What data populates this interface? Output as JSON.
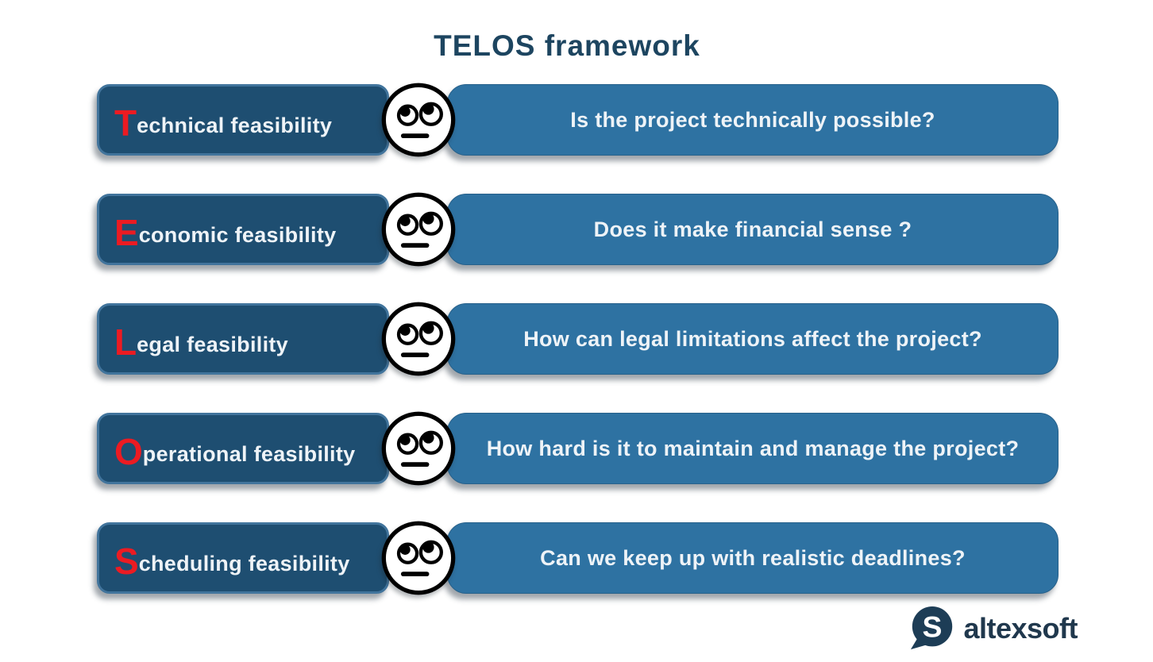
{
  "title": "TELOS framework",
  "colors": {
    "title_text": "#1d4560",
    "label_box_fill": "#1e4e71",
    "label_box_border": "#41749c",
    "question_box_fill": "#2e72a2",
    "initial_letter_red": "#ec1b22",
    "box_text_light": "#eef3f7",
    "logo_navy": "#1d3d56"
  },
  "rows": [
    {
      "initial": "T",
      "label_rest": "echnical feasibility",
      "question": "Is the project technically possible?"
    },
    {
      "initial": "E",
      "label_rest": "conomic feasibility",
      "question": "Does it make financial sense ?"
    },
    {
      "initial": "L",
      "label_rest": "egal feasibility",
      "question": "How can legal limitations affect the project?"
    },
    {
      "initial": "O",
      "label_rest": "perational feasibility",
      "question": "How hard is it to maintain and manage the project?"
    },
    {
      "initial": "S",
      "label_rest": "cheduling feasibility",
      "question": "Can we keep up with realistic deadlines?"
    }
  ],
  "face_icon_meaning": "rolling-eyes-face",
  "logo": {
    "text": "altexsoft"
  }
}
